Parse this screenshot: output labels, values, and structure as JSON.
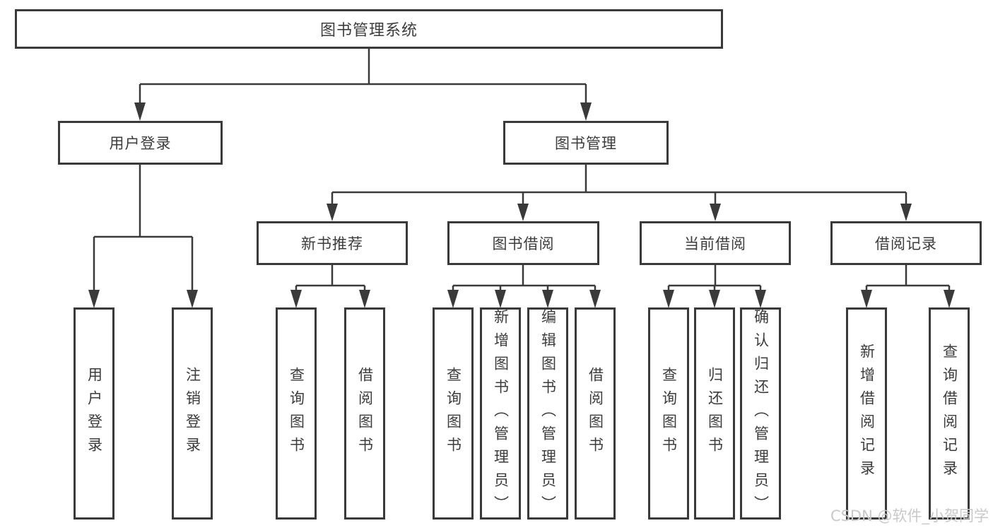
{
  "diagram": {
    "root": {
      "label": "图书管理系统"
    },
    "level2": [
      {
        "label": "用户登录"
      },
      {
        "label": "图书管理"
      }
    ],
    "level3": [
      {
        "label": "新书推荐"
      },
      {
        "label": "图书借阅"
      },
      {
        "label": "当前借阅"
      },
      {
        "label": "借阅记录"
      }
    ],
    "leaves": {
      "user_login": [
        {
          "label": "用户登录"
        },
        {
          "label": "注销登录"
        }
      ],
      "new_book_recommend": [
        {
          "label": "查询图书"
        },
        {
          "label": "借阅图书"
        }
      ],
      "book_borrow": [
        {
          "label": "查询图书"
        },
        {
          "label": "新增图书（管理员）"
        },
        {
          "label": "编辑图书（管理员）"
        },
        {
          "label": "借阅图书"
        }
      ],
      "current_borrow": [
        {
          "label": "查询图书"
        },
        {
          "label": "归还图书"
        },
        {
          "label": "确认归还（管理员）"
        }
      ],
      "borrow_record": [
        {
          "label": "新增借阅记录"
        },
        {
          "label": "查询借阅记录"
        }
      ]
    }
  },
  "watermark": {
    "text": "CSDN @软件_小贺同学"
  },
  "colors": {
    "line": "#3a3a3a",
    "box_border": "#3a3a3a",
    "text": "#3c3c3c",
    "background": "#ffffff",
    "watermark": "#c9c9c9"
  }
}
